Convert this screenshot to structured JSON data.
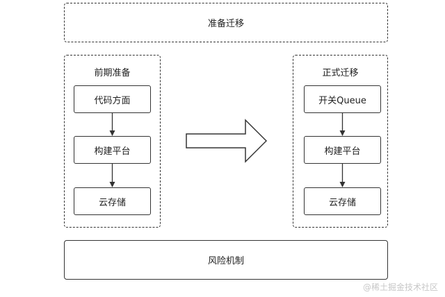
{
  "top_box": {
    "label": "准备迁移"
  },
  "left_column": {
    "title": "前期准备",
    "steps": [
      "代码方面",
      "构建平台",
      "云存储"
    ]
  },
  "right_column": {
    "title": "正式迁移",
    "steps": [
      "开关Queue",
      "构建平台",
      "云存储"
    ]
  },
  "bottom_box": {
    "label": "风险机制"
  },
  "watermark": "@稀土掘金技术社区"
}
